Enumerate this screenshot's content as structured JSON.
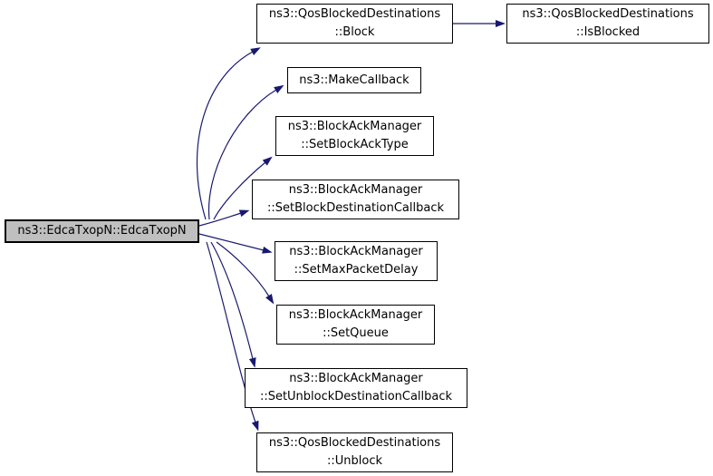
{
  "graph": {
    "colors": {
      "edge": "#191970",
      "node_border": "#000000",
      "node_fill": "#ffffff",
      "focus_fill": "#bfbfbf",
      "text": "#000000",
      "background": "#ffffff"
    },
    "nodes": [
      {
        "id": "edca-txop-n",
        "lines": [
          "ns3::EdcaTxopN::EdcaTxopN",
          ""
        ]
      },
      {
        "id": "qos-blocked-destinations-block",
        "lines": [
          "ns3::QosBlockedDestinations",
          "::Block"
        ]
      },
      {
        "id": "qos-blocked-destinations-is-blocked",
        "lines": [
          "ns3::QosBlockedDestinations",
          "::IsBlocked"
        ]
      },
      {
        "id": "make-callback",
        "lines": [
          "ns3::MakeCallback",
          ""
        ]
      },
      {
        "id": "set-block-ack-type",
        "lines": [
          "ns3::BlockAckManager",
          "::SetBlockAckType"
        ]
      },
      {
        "id": "set-block-destination-callback",
        "lines": [
          "ns3::BlockAckManager",
          "::SetBlockDestinationCallback"
        ]
      },
      {
        "id": "set-max-packet-delay",
        "lines": [
          "ns3::BlockAckManager",
          "::SetMaxPacketDelay"
        ]
      },
      {
        "id": "set-queue",
        "lines": [
          "ns3::BlockAckManager",
          "::SetQueue"
        ]
      },
      {
        "id": "set-unblock-destination-callback",
        "lines": [
          "ns3::BlockAckManager",
          "::SetUnblockDestinationCallback"
        ]
      },
      {
        "id": "qos-blocked-destinations-unblock",
        "lines": [
          "ns3::QosBlockedDestinations",
          "::Unblock"
        ]
      }
    ]
  }
}
